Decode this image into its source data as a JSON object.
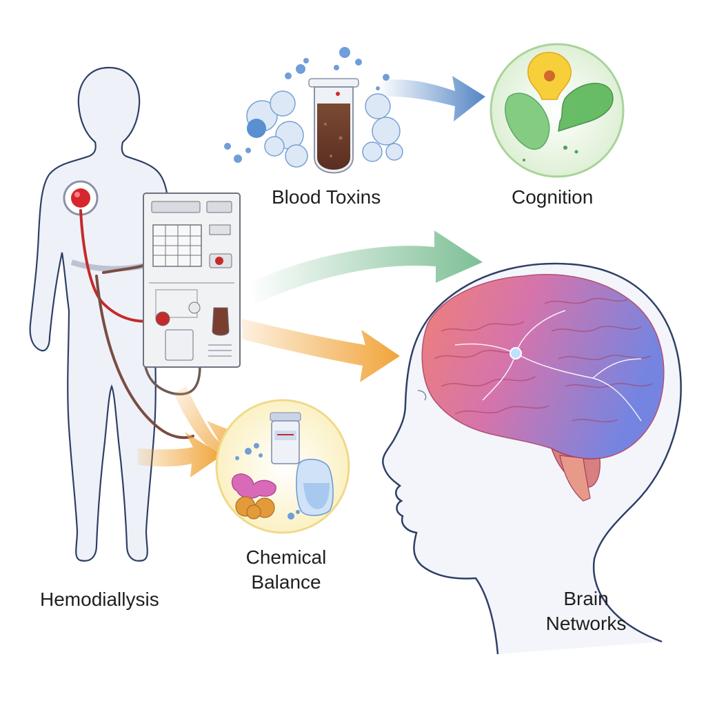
{
  "labels": {
    "hemodialysis": "Hemodiallysis",
    "blood_toxins": "Blood Toxins",
    "cognition": "Cognition",
    "chemical_balance": [
      "Chemical",
      "Balance"
    ],
    "brain_networks": [
      "Brain",
      "Networks"
    ]
  },
  "colors": {
    "outline": "#2e3f66",
    "body_fill": "#eef1f7",
    "blood": "#c42a2a",
    "arrow_blue": "#4a7fc1",
    "arrow_green": "#6fb88a",
    "arrow_orange": "#f0a030",
    "brain_warm": "#e66a7a",
    "brain_cool": "#7a7fe0"
  }
}
